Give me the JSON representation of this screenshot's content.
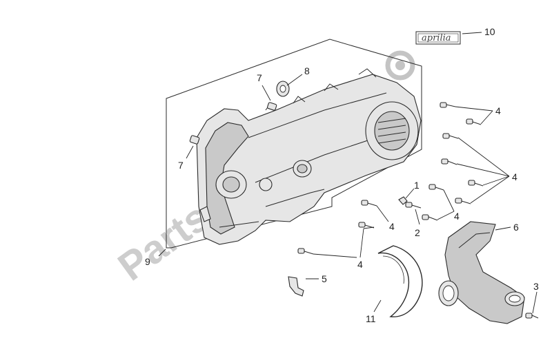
{
  "diagram": {
    "brand_logo": "aprilia",
    "watermark": "PartsRepublik",
    "callouts": {
      "c1": "1",
      "c2": "2",
      "c3": "3",
      "c4a": "4",
      "c4b": "4",
      "c4c": "4",
      "c4d": "4",
      "c4e": "4",
      "c5": "5",
      "c6": "6",
      "c7a": "7",
      "c7b": "7",
      "c8": "8",
      "c9": "9",
      "c10": "10",
      "c11": "11"
    }
  }
}
